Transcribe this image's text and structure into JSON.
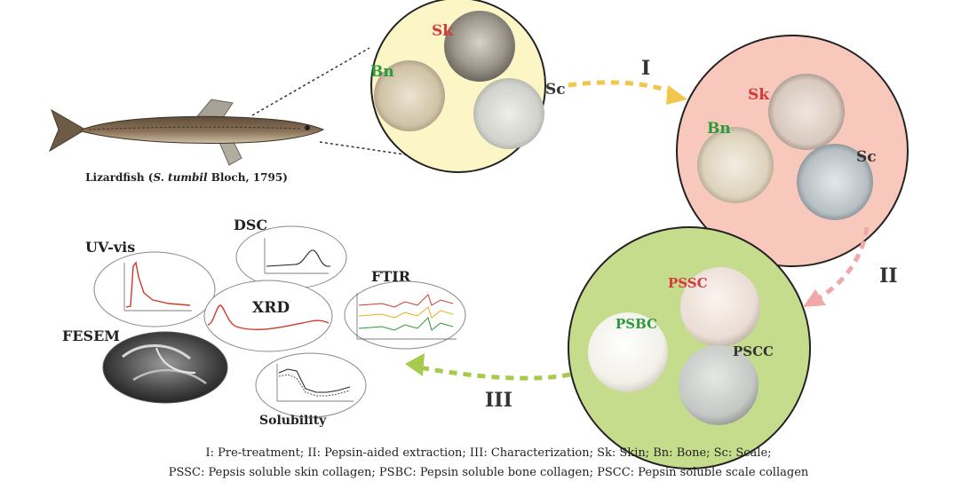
{
  "fish": {
    "caption_prefix": "Lizardfish (",
    "caption_italic": "S. tumbil",
    "caption_suffix": " Bloch, 1795)"
  },
  "circle1": {
    "labels": [
      "Sk",
      "Bn",
      "Sc"
    ],
    "colors": [
      "#d63a3a",
      "#2a9a3c",
      "#333333"
    ],
    "fill": "#fcf6c7"
  },
  "circle2": {
    "labels": [
      "Sk",
      "Bn",
      "Sc"
    ],
    "colors": [
      "#d63a3a",
      "#2a9a3c",
      "#333333"
    ],
    "fill": "#f8c8bd"
  },
  "circle3": {
    "labels": [
      "PSSC",
      "PSBC",
      "PSCC"
    ],
    "colors": [
      "#d63a3a",
      "#2a9a3c",
      "#333333"
    ],
    "fill": "#c5dc8c"
  },
  "steps": {
    "s1": "I",
    "s2": "II",
    "s3": "III",
    "arrow1_color": "#f2c64a",
    "arrow2_color": "#f0a8a8",
    "arrow3_color": "#a6cb4c"
  },
  "analyses": {
    "uv": "UV-vis",
    "dsc": "DSC",
    "ftir": "FTIR",
    "xrd": "XRD",
    "fesem": "FESEM",
    "solubility": "Solubility"
  },
  "caption": {
    "line1": "I: Pre-treatment; II: Pepsin-aided extraction; III: Characterization; Sk: Skin; Bn: Bone; Sc: Scale;",
    "line2": "PSSC: Pepsis soluble skin collagen; PSBC: Pepsin soluble bone collagen; PSCC: Pepsin soluble scale collagen"
  }
}
